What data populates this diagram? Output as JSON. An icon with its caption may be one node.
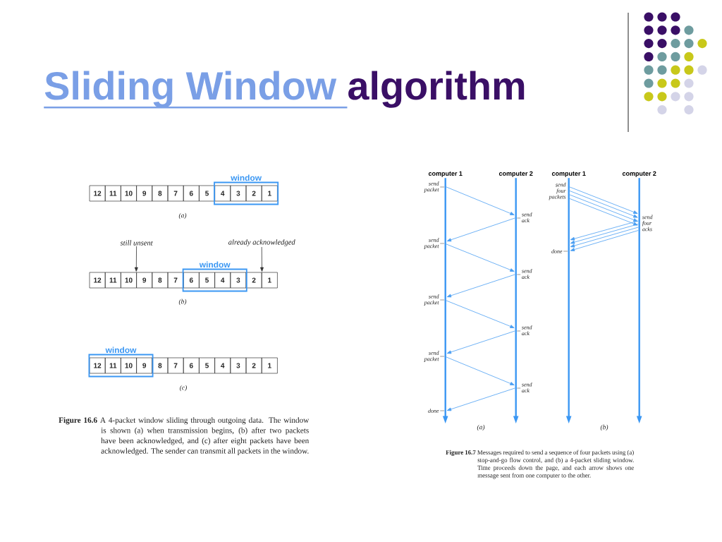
{
  "diagram": {
    "title": "Sliding Window algorithm",
    "nodes": [
      {
        "text": [
          "12"
        ]
      },
      {
        "text": [
          "11"
        ]
      },
      {
        "text": [
          "10"
        ]
      },
      {
        "text": [
          "9"
        ]
      },
      {
        "text": [
          "8"
        ]
      },
      {
        "text": [
          "7"
        ]
      },
      {
        "text": [
          "6"
        ]
      },
      {
        "text": [
          "5"
        ]
      },
      {
        "text": [
          "window"
        ]
      },
      {
        "text": [
          "4"
        ],
        "in": 8
      },
      {
        "text": [
          "3"
        ],
        "in": 8
      },
      {
        "text": [
          "2"
        ],
        "in": 8
      },
      {
        "text": [
          "1"
        ],
        "in": 8
      },
      {
        "text": [
          "still unsent"
        ]
      },
      {
        "text": [
          "already acknowledged"
        ]
      },
      {
        "text": [
          "12"
        ]
      },
      {
        "text": [
          "11"
        ]
      },
      {
        "text": [
          "10"
        ]
      },
      {
        "text": [
          "9"
        ]
      },
      {
        "text": [
          "8"
        ]
      },
      {
        "text": [
          "7"
        ]
      },
      {
        "text": [
          "window"
        ]
      },
      {
        "text": [
          "6"
        ],
        "in": 21
      },
      {
        "text": [
          "5"
        ],
        "in": 21
      },
      {
        "text": [
          "4"
        ],
        "in": 21
      },
      {
        "text": [
          "3"
        ],
        "in": 21
      },
      {
        "text": [
          "2"
        ]
      },
      {
        "text": [
          "1"
        ]
      },
      {
        "text": [
          "window"
        ]
      },
      {
        "text": [
          "12"
        ],
        "in": 28
      },
      {
        "text": [
          "11"
        ],
        "in": 28
      },
      {
        "text": [
          "10"
        ],
        "in": 28
      },
      {
        "text": [
          "9"
        ],
        "in": 28
      },
      {
        "text": [
          "8"
        ]
      },
      {
        "text": [
          "7"
        ]
      },
      {
        "text": [
          "6"
        ]
      },
      {
        "text": [
          "5"
        ]
      },
      {
        "text": [
          "4"
        ]
      },
      {
        "text": [
          "3"
        ]
      },
      {
        "text": [
          "2"
        ]
      },
      {
        "text": [
          "1"
        ]
      },
      {
        "text": [
          "computer 1",
          "send packet",
          "send packet",
          "send packet",
          "send packet",
          "done"
        ]
      },
      {
        "text": [
          "computer 2",
          "send ack",
          "send ack",
          "send ack",
          "send ack"
        ]
      },
      {
        "text": [
          "computer 1",
          "send four packets",
          "done"
        ]
      },
      {
        "text": [
          "computer 2",
          "send four acks"
        ]
      }
    ],
    "edges": [
      {
        "from": 13,
        "to": 18,
        "arrow": "to",
        "color": "#333333"
      },
      {
        "from": 14,
        "to": 26,
        "arrow": "to",
        "color": "#333333"
      },
      {
        "from": 41,
        "to": 42,
        "arrow": "to"
      },
      {
        "from": 42,
        "to": 41,
        "arrow": "to"
      },
      {
        "from": 41,
        "to": 42,
        "arrow": "to"
      },
      {
        "from": 42,
        "to": 41,
        "arrow": "to"
      },
      {
        "from": 41,
        "to": 42,
        "arrow": "to"
      },
      {
        "from": 42,
        "to": 41,
        "arrow": "to"
      },
      {
        "from": 41,
        "to": 42,
        "arrow": "to"
      },
      {
        "from": 42,
        "to": 41,
        "arrow": "to"
      },
      {
        "from": 43,
        "to": 44,
        "arrow": "to"
      },
      {
        "from": 43,
        "to": 44,
        "arrow": "to"
      },
      {
        "from": 43,
        "to": 44,
        "arrow": "to"
      },
      {
        "from": 43,
        "to": 44,
        "arrow": "to"
      },
      {
        "from": 44,
        "to": 43,
        "arrow": "to"
      },
      {
        "from": 44,
        "to": 43,
        "arrow": "to"
      },
      {
        "from": 44,
        "to": 43,
        "arrow": "to"
      },
      {
        "from": 44,
        "to": 43,
        "arrow": "to"
      }
    ],
    "labels": [
      "(a)",
      "(b)",
      "(c)",
      "**Figure 16.6** A 4-packet window sliding through outgoing data. The window is shown (a) when transmission begins, (b) after two packets have been acknowledged, and (c) after eight packets have been acknowledged. The sender can transmit all packets in the window.",
      "(a)",
      "(b)",
      "**Figure 16.7** Messages required to send a sequence of four packets using (a) stop-and-go flow control, and (b) a 4-packet sliding window. Time proceeds down the page, and each arrow shows one message sent from one computer to the other."
    ]
  }
}
